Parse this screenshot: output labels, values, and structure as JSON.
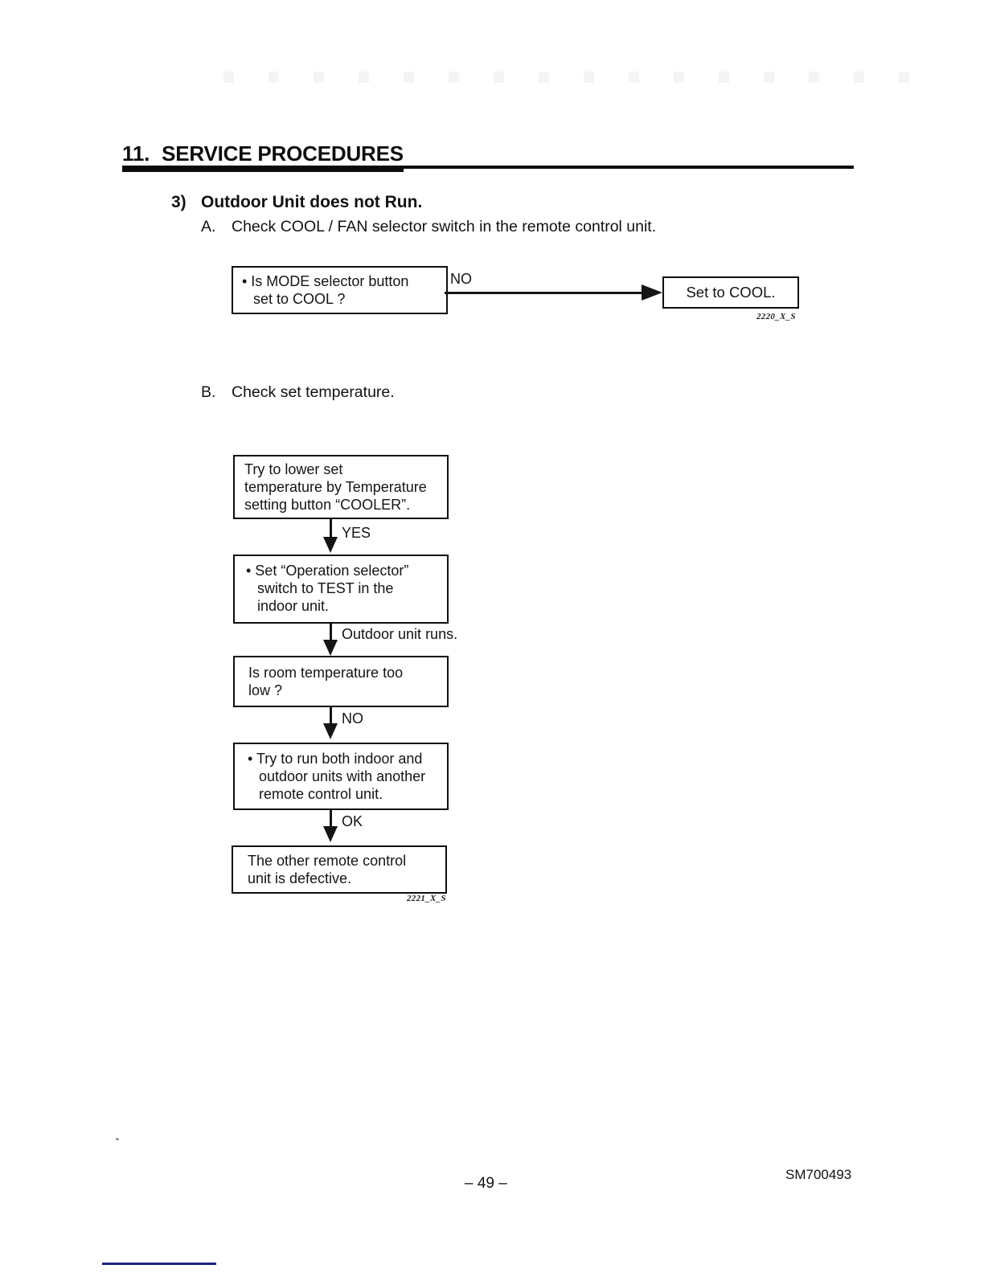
{
  "header": {
    "title_number": "11.",
    "title_text": "SERVICE PROCEDURES"
  },
  "section": {
    "number": "3)",
    "title": "Outdoor Unit does not Run.",
    "step_a_label": "A.",
    "step_a_text": "Check COOL / FAN selector switch in the remote control unit.",
    "step_b_label": "B.",
    "step_b_text": "Check set temperature."
  },
  "flowchart_a": {
    "question": {
      "line1": "• Is MODE selector button",
      "line2": "set to COOL ?"
    },
    "branch_label": "NO",
    "action": "Set to COOL.",
    "figure_id": "2220_X_S"
  },
  "flowchart_b": {
    "box1": [
      "Try to lower set",
      "temperature by Temperature",
      "setting button “COOLER”."
    ],
    "label1": "YES",
    "box2": [
      "• Set “Operation selector”",
      "switch to TEST in the",
      "indoor unit."
    ],
    "label2": "Outdoor unit runs.",
    "box3": [
      "Is room temperature too",
      "low ?"
    ],
    "label3": "NO",
    "box4": [
      "• Try to run both indoor and",
      "outdoor units with another",
      "remote control unit."
    ],
    "label4": "OK",
    "box5": [
      "The other remote control",
      "unit is defective."
    ],
    "figure_id": "2221_X_S"
  },
  "footer": {
    "page_number": "– 49 –",
    "doc_number": "SM700493"
  }
}
